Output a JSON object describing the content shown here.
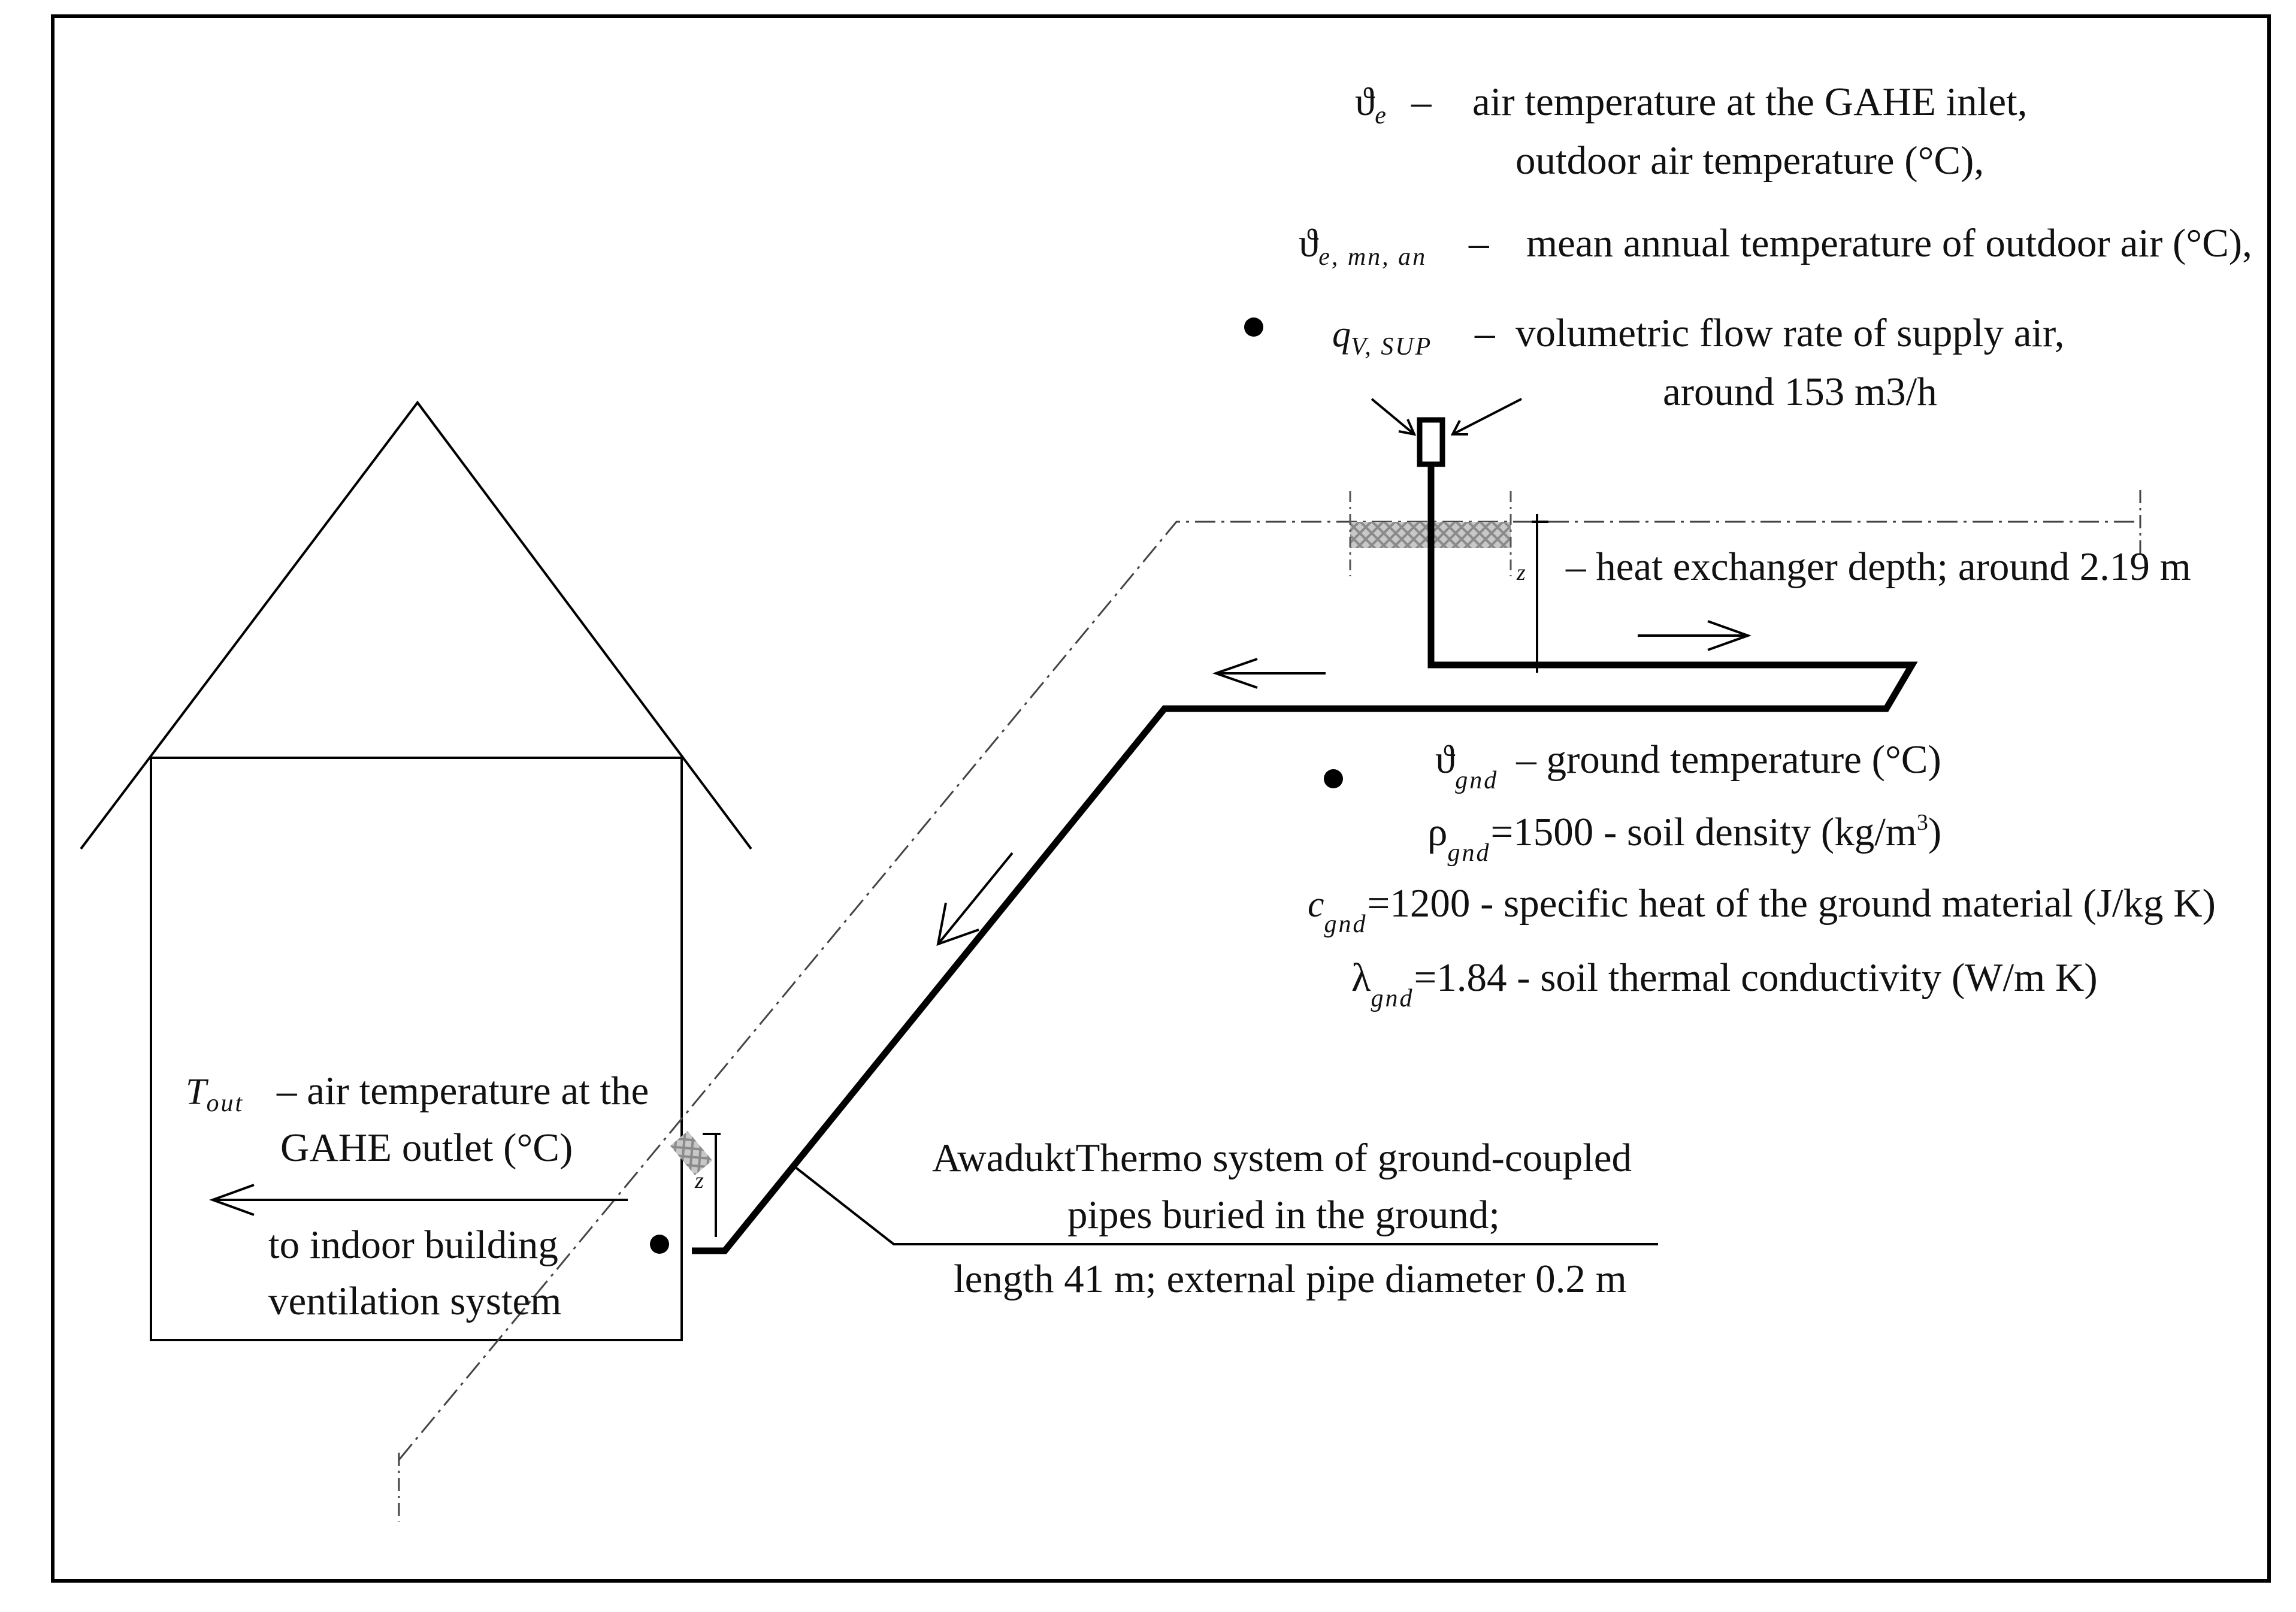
{
  "legend_top": {
    "theta_e": {
      "symbol": "ϑ",
      "subscript": "e",
      "dash": "–",
      "text_line1": "air temperature at the GAHE inlet,",
      "text_line2": "outdoor air temperature (°C),"
    },
    "theta_e_mn_an": {
      "symbol": "ϑ",
      "subscript": "e, mn, an",
      "dash": "–",
      "text": "mean annual temperature of outdoor air (°C),"
    },
    "q_v_sup": {
      "symbol": "q",
      "subscript": "V, SUP",
      "dash": "–",
      "text_line1": "volumetric flow rate of supply air,",
      "text_line2": "around 153 m3/h"
    }
  },
  "depth_label": {
    "symbol": "z",
    "text": "–  heat exchanger depth; around 2.19 m"
  },
  "ground_props": {
    "theta_gnd": {
      "symbol": "ϑ",
      "subscript": "gnd",
      "text": "–  ground temperature (°C)"
    },
    "rho_gnd": {
      "symbol": "ρ",
      "subscript": "gnd",
      "text": "=1500 -  soil density (kg/m",
      "superscript": "3",
      "text_end": ")"
    },
    "c_gnd": {
      "symbol": "c",
      "subscript": "gnd",
      "text": "=1200 - specific heat of the ground material (J/kg K)"
    },
    "lambda_gnd": {
      "symbol": "λ",
      "subscript": "gnd",
      "text": "=1.84 - soil thermal conductivity (W/m K)"
    }
  },
  "outlet": {
    "symbol": "T",
    "subscript": "out",
    "text_line1": "–  air temperature at the",
    "text_line2": "GAHE outlet (°C)"
  },
  "destination": {
    "line1": "to indoor building",
    "line2": "ventilation  system"
  },
  "pipe_system": {
    "line1": "AwaduktThermo system of ground-coupled",
    "line2": "pipes buried in the ground;",
    "line3": "length 41 m; external pipe diameter 0.2 m"
  },
  "outlet_depth_symbol": "z"
}
